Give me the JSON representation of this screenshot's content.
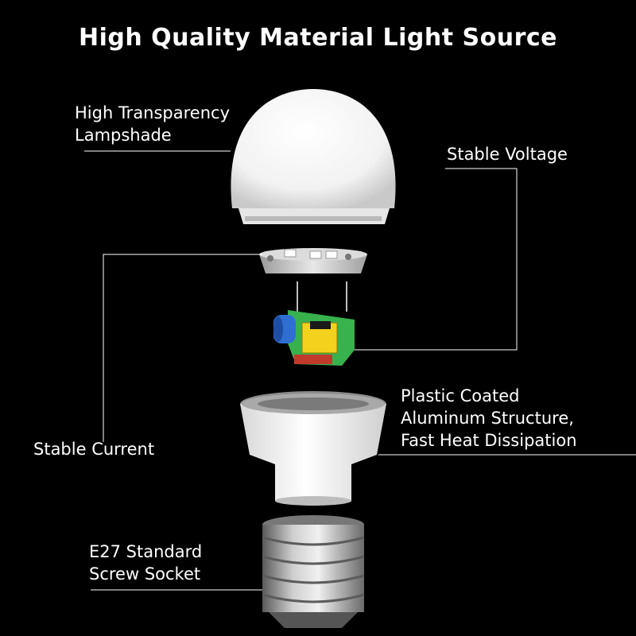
{
  "title": "High Quality Material Light Source",
  "labels": {
    "lampshade": "High Transparency\nLampshade",
    "voltage": "Stable Voltage",
    "current": "Stable Current",
    "aluminum": "Plastic Coated\nAluminum Structure,\nFast Heat Dissipation",
    "socket": "E27 Standard\nScrew Socket"
  }
}
